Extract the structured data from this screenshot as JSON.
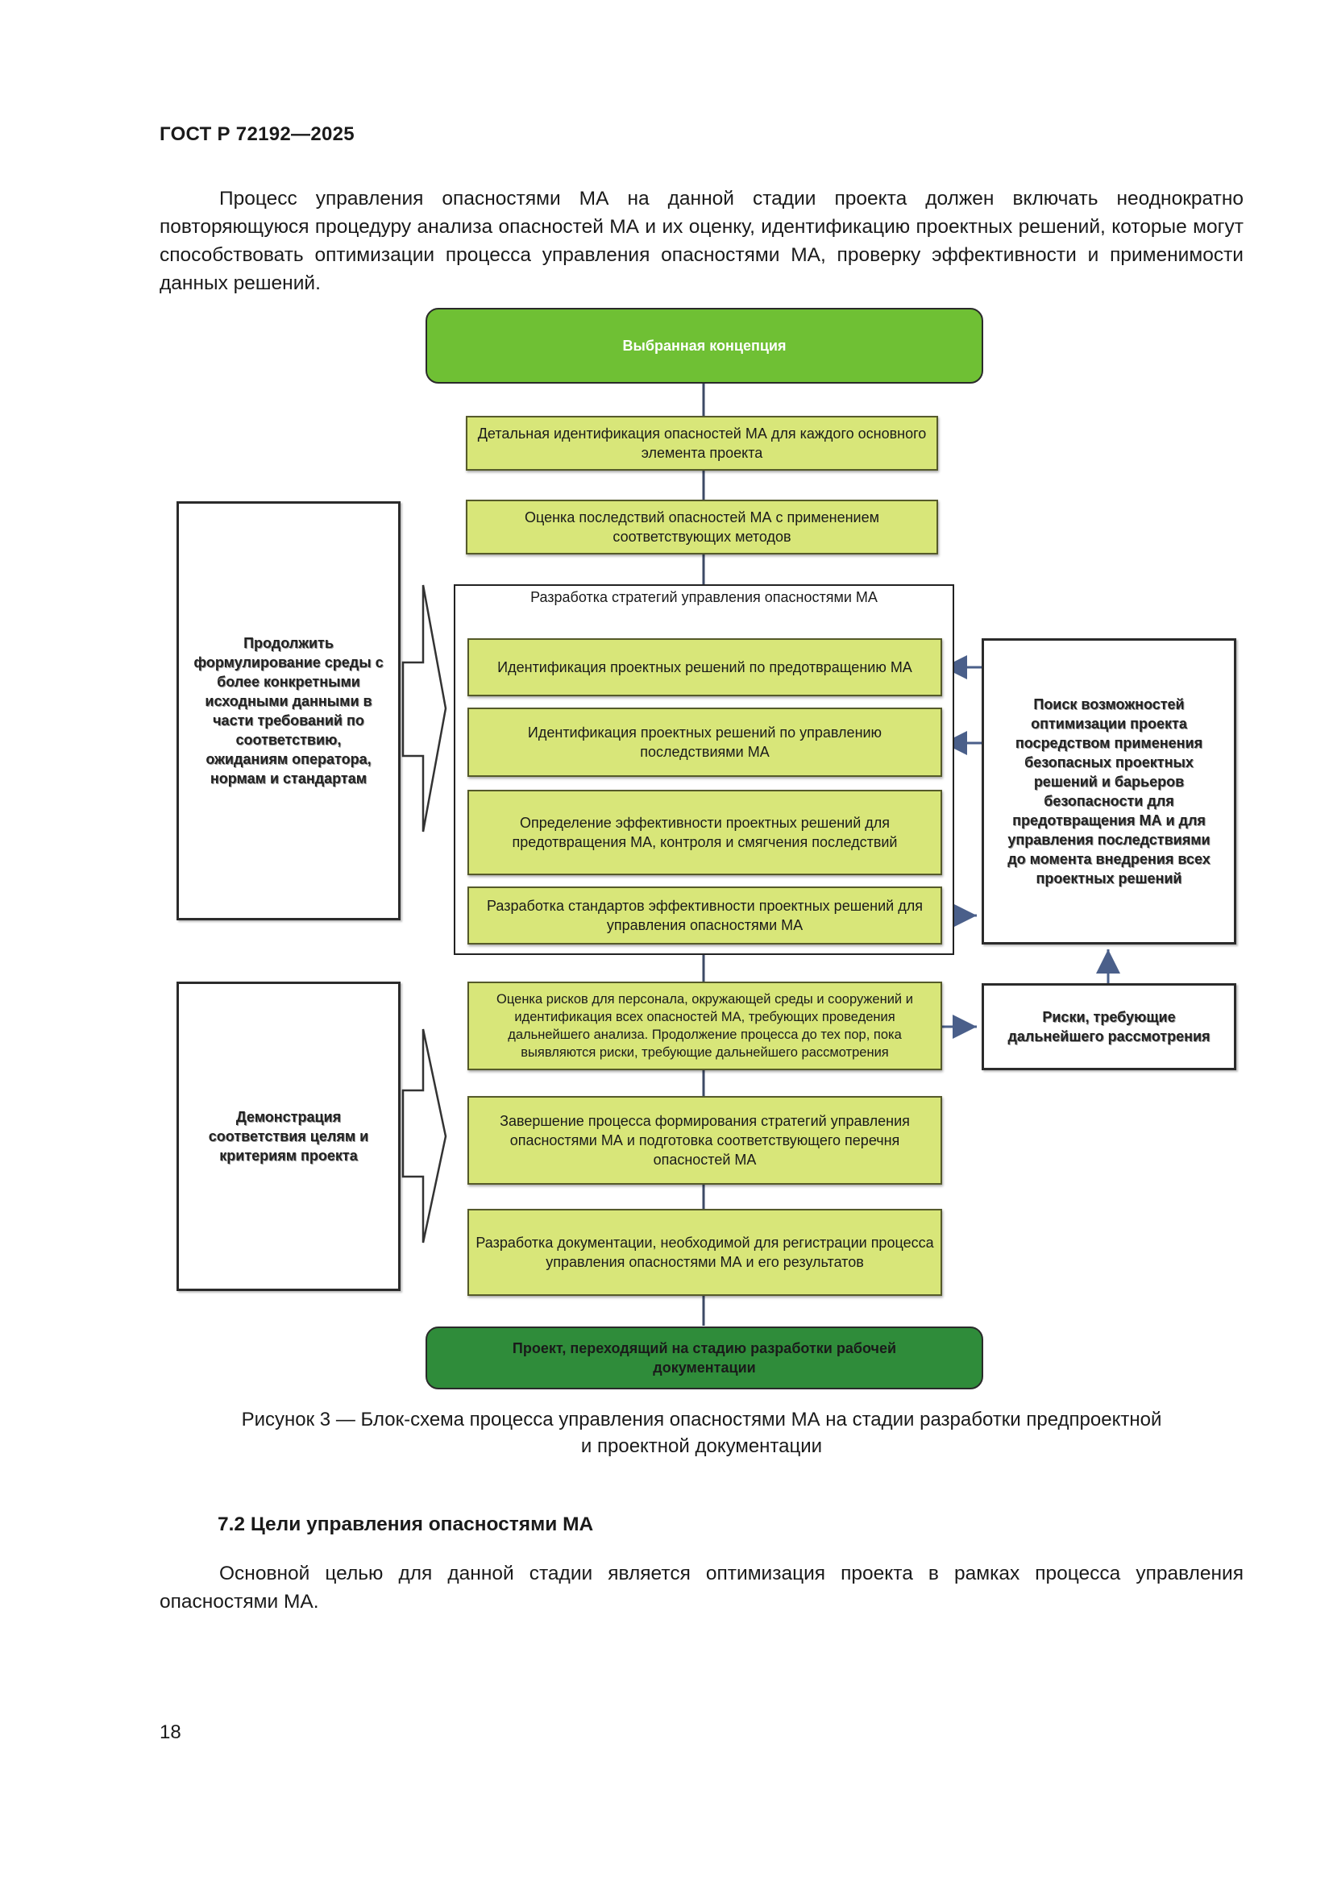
{
  "header": {
    "doc_id": "ГОСТ Р 72192—2025"
  },
  "intro_paragraph": "Процесс управления опасностями МА на данной стадии проекта должен включать неоднократно повторяющуюся процедуру анализа опасностей МА и их оценку, идентификацию проектных решений, которые могут способствовать оптимизации процесса управления опасностями МА, проверку эффек­тивности и применимости данных решений.",
  "flowchart": {
    "start": "Выбранная концепция",
    "step_detail_identification": "Детальная идентификация опасностей МА для каждого основного элемента проекта",
    "step_consequence_assessment": "Оценка последствий опасностей МА с применением соответствующих методов",
    "strategy_group_label": "Разработка стратегий управления опасностями МА",
    "strategy_prevention": "Идентификация проектных решений по предотвращению МА",
    "strategy_consequence_mgmt": "Идентификация проектных решений по управлению последствиями МА",
    "strategy_effectiveness": "Определение эффективности проектных решений для предотвращения МА, контроля и смягчения последствий",
    "strategy_standards": "Разработка стандартов эффективности проектных решений для управления опасностями МА",
    "step_risk_assessment": "Оценка рисков для персонала, окружающей среды и сооружений и идентификация всех опасностей МА, требующих проведения дальнейшего анализа. Продолжение процесса до тех пор, пока выявляются риски, требующие дальнейшего рассмотрения",
    "step_completion": "Завершение процесса формирования стратегий управления опасностями МА и подготовка соответствующего перечня опасностей МА",
    "step_documentation": "Разработка документации, необходимой для регистрации процесса управления опасностями МА и его результатов",
    "end": "Проект, переходящий на стадию разработки рабочей документации",
    "side_continue": "Продолжить формулирование среды с более конкретными исходными данными в части требований по соответствию, ожиданиям оператора, нормам и стандартам",
    "side_optimization": "Поиск возможностей оптимизации проекта посредством применения безопасных проектных решений и барьеров безопасности для предотвращения МА и для управления последствиями до момента внедрения всех проектных решений",
    "side_risks": "Риски, требующие дальнейшего рассмотрения",
    "side_demonstration": "Демонстрация соответствия целям и критериям проекта"
  },
  "figure_caption_line1": "Рисунок 3 — Блок-схема процесса управления опасностями МА на стадии разработки предпроектной",
  "figure_caption_line2": "и  проектной  документации",
  "section": {
    "heading": "7.2  Цели управления опасностями МА",
    "text": "Основной целью для данной стадии является оптимизация проекта в рамках процесса управле­ния опасностями МА."
  },
  "page_number": "18",
  "colors": {
    "start_green": "#6fc034",
    "end_green": "#2f8c3a",
    "box_yellow": "#d8e679",
    "arrow_blue": "#4a5f8a"
  }
}
